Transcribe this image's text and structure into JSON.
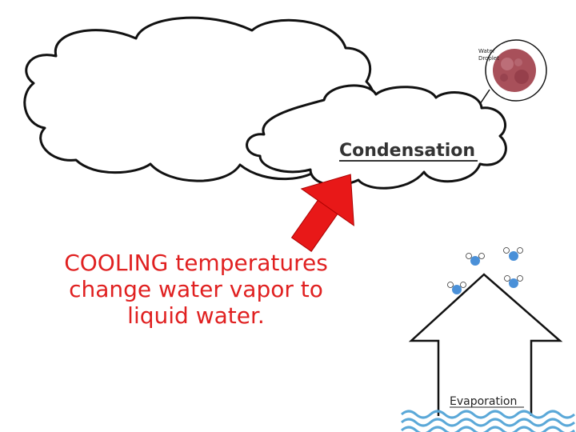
{
  "title": "Condensation",
  "caption_lines": [
    "COOLING temperatures",
    "change water vapor to",
    "liquid water."
  ],
  "droplet_label_lines": [
    "Water",
    "Droplet"
  ],
  "evaporation_label": "Evaporation",
  "colors": {
    "caption_red": "#e02020",
    "arrow_red": "#e81818",
    "droplet": "#a8505a",
    "water_blue": "#5aa8d8",
    "molecule_blue": "#4a90d8"
  }
}
